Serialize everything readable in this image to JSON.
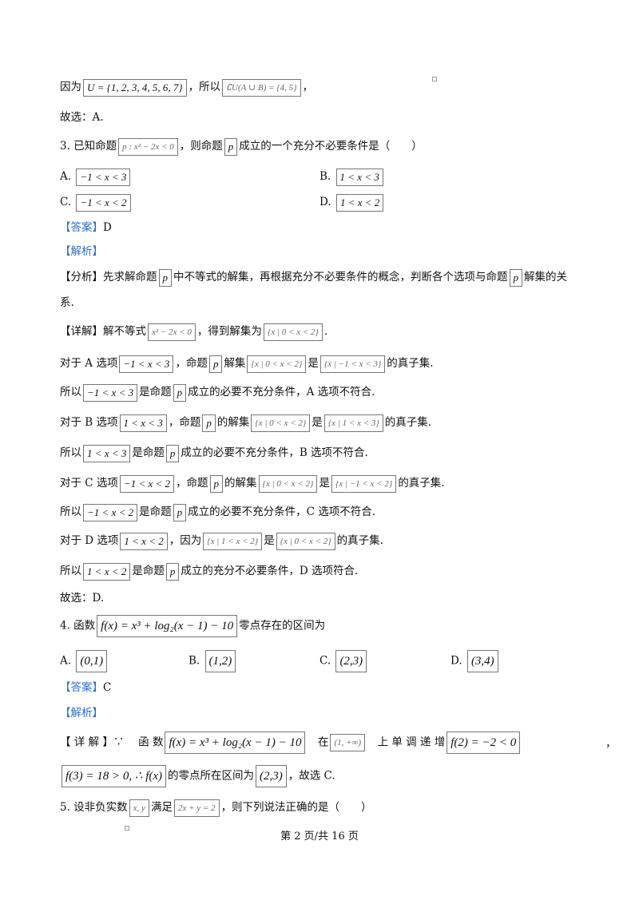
{
  "l1": {
    "a": "因为",
    "m1": "U = {1, 2, 3, 4, 5, 6, 7}",
    "b": "，所以",
    "m2": "∁U(A ∪ B) = {4, 5}",
    "c": "，"
  },
  "l2": "故选：A.",
  "q3": {
    "a": "3. 已知命题",
    "m1": "p : x² − 2x < 0",
    "b": "，则命题",
    "m2": "p",
    "c": "成立的一个充分不必要条件是（　　）"
  },
  "q3opts": {
    "a_label": "A.",
    "a_math": "−1 < x < 3",
    "b_label": "B.",
    "b_math": "1 < x < 3",
    "c_label": "C.",
    "c_math": "−1 < x < 2",
    "d_label": "D.",
    "d_math": "1 < x < 2"
  },
  "ans3": {
    "tag": "【答案】",
    "val": "D"
  },
  "jx3": "【解析】",
  "fx": {
    "tag": "【分析】",
    "a": "先求解命题",
    "m1": "p",
    "b": "中不等式的解集，再根据充分不必要条件的概念，判断各个选项与命题",
    "m2": "p",
    "c": "解集的关",
    "d": "系."
  },
  "xj": {
    "tag": "【详解】",
    "a": "解不等式",
    "m1": "x² − 2x < 0",
    "b": "，得到解集为",
    "m2": "{x | 0 < x < 2}",
    "c": "."
  },
  "ra": {
    "a": "对于 A 选项",
    "m1": "−1 < x < 3",
    "b": "，命题",
    "m2": "p",
    "c": "解集",
    "m3": "{x | 0 < x < 2}",
    "d": "是",
    "m4": "{x | −1 < x < 3}",
    "e": "的真子集."
  },
  "sa": {
    "a": "所以",
    "m1": "−1 < x < 3",
    "b": "是命题",
    "m2": "p",
    "c": "成立的必要不充分条件，A 选项不符合."
  },
  "rb": {
    "a": "对于 B 选项",
    "m1": "1 < x < 3",
    "b": "，命题",
    "m2": "p",
    "c": "的解集",
    "m3": "{x | 0 < x < 2}",
    "d": "是",
    "m4": "{x | 1 < x < 3}",
    "e": "的真子集."
  },
  "sb": {
    "a": "所以",
    "m1": "1 < x < 3",
    "b": "是命题",
    "m2": "p",
    "c": "成立的必要不充分条件，B 选项不符合."
  },
  "rc": {
    "a": "对于 C 选项",
    "m1": "−1 < x < 2",
    "b": "，命题",
    "m2": "p",
    "c": "的解集",
    "m3": "{x | 0 < x < 2}",
    "d": "是",
    "m4": "{x | −1 < x < 2}",
    "e": "的真子集."
  },
  "sc": {
    "a": "所以",
    "m1": "−1 < x < 2",
    "b": "是命题",
    "m2": "p",
    "c": "成立的必要不充分条件，C 选项不符合."
  },
  "rd": {
    "a": "对于 D 选项",
    "m1": "1 < x < 2",
    "b": "，因为",
    "m2": "{x | 1 < x < 2}",
    "c": "是",
    "m3": "{x | 0 < x < 2}",
    "d": "的真子集."
  },
  "sd": {
    "a": "所以",
    "m1": "1 < x < 2",
    "b": "是命题",
    "m2": "p",
    "c": "成立的充分不必要条件，D 选项符合."
  },
  "gx": "故选：D.",
  "q4": {
    "a": "4. 函数",
    "m1": "f(x) = x³ + log₂(x − 1) − 10",
    "b": "零点存在的区间为"
  },
  "q4opts": {
    "a_label": "A.",
    "a_math": "(0,1)",
    "b_label": "B.",
    "b_math": "(1,2)",
    "c_label": "C.",
    "c_math": "(2,3)",
    "d_label": "D.",
    "d_math": "(3,4)"
  },
  "ans4": {
    "tag": "【答案】",
    "val": "C"
  },
  "jx4": "【解析】",
  "xj4": {
    "tag": "【 详 解 】",
    "a": "∵ 　函 数",
    "m1": "f(x) = x³ + log₂(x − 1) − 10",
    "b": "在",
    "m2": "(1, +∞)",
    "c": "上 单 调 递 增",
    "m3": "f(2) = −2 < 0",
    "d": "，"
  },
  "xj4b": {
    "m1": "f(3) = 18 > 0, ∴ f(x)",
    "a": "的零点所在区间为",
    "m2": "(2,3)",
    "b": "，故选 C."
  },
  "q5": {
    "a": "5. 设非负实数",
    "m1": "x, y",
    "b": "满足",
    "m2": "2x + y = 2",
    "c": "，则下列说法正确的是（　　）"
  },
  "footer": "第 2 页/共 16 页"
}
